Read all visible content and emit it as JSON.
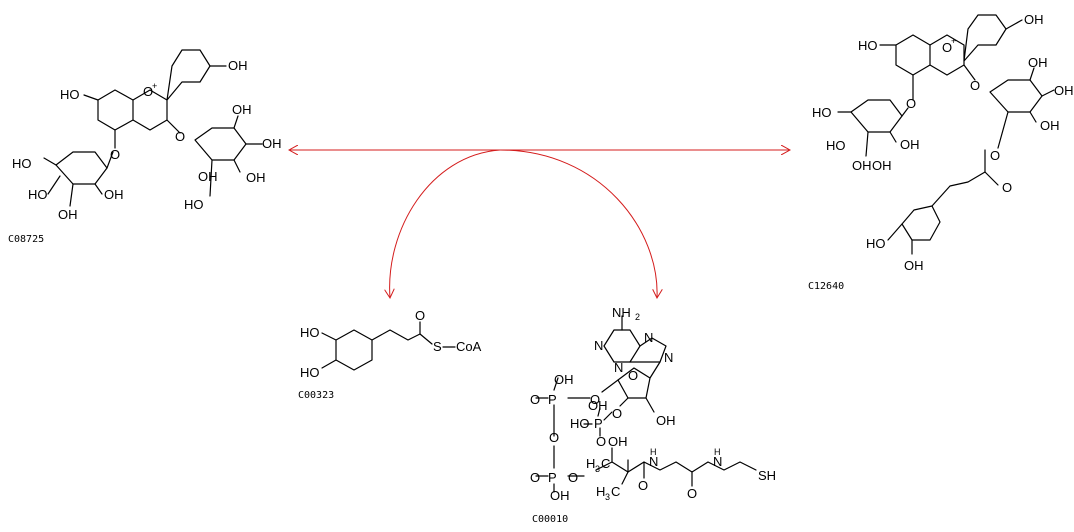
{
  "compounds": {
    "c08725": {
      "id": "C08725"
    },
    "c12640": {
      "id": "C12640"
    },
    "c00323": {
      "id": "C00323"
    },
    "c00010": {
      "id": "C00010"
    }
  },
  "atoms": {
    "oh": "OH",
    "ho": "HO",
    "o": "O",
    "o_plus": "O",
    "plus": "+",
    "s": "S",
    "coa": "CoA",
    "n": "N",
    "nh": "N",
    "h": "H",
    "nh2": "NH",
    "two": "2",
    "p": "P",
    "h3c": "H",
    "three": "3",
    "c": "C",
    "sh": "SH"
  },
  "colors": {
    "arrow": "#d41c1c",
    "bond": "#000000"
  }
}
